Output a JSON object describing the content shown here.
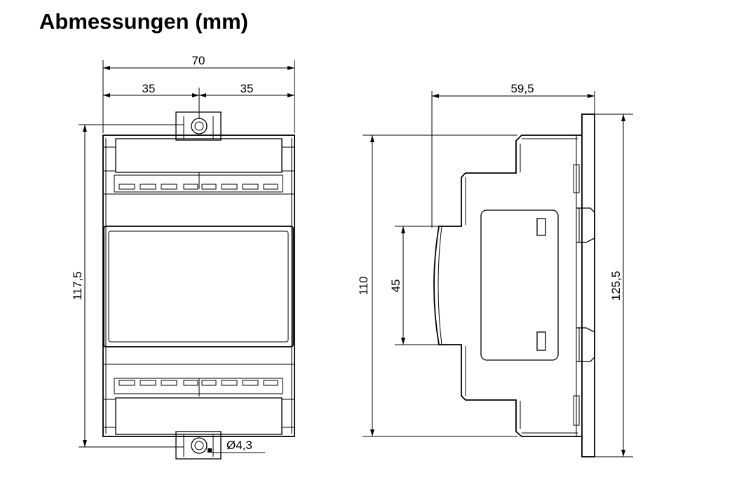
{
  "title": "Abmessungen (mm)",
  "dimensions": {
    "front_width": "70",
    "front_half_left": "35",
    "front_half_right": "35",
    "front_height": "117,5",
    "hole_diameter": "Ø4,3",
    "side_depth": "59,5",
    "side_height": "110",
    "side_window": "45",
    "side_total_height": "125,5"
  }
}
